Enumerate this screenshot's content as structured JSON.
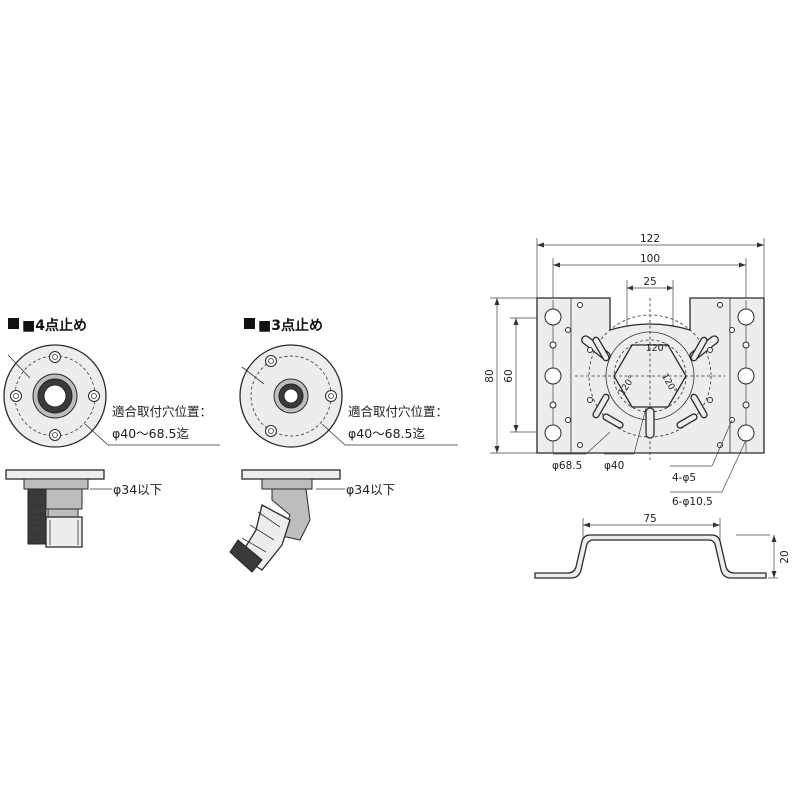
{
  "four_point": {
    "heading": "■4点止め",
    "mount_label": "適合取付穴位置：",
    "range_label": "φ40～68.5迄",
    "dia_label": "φ34以下"
  },
  "three_point": {
    "heading": "■3点止め",
    "mount_label": "適合取付穴位置：",
    "range_label": "φ40～68.5迄",
    "dia_label": "φ34以下"
  },
  "bracket": {
    "dim_width_outer": "122",
    "dim_width_inner": "100",
    "dim_slot": "25",
    "dim_height_outer": "80",
    "dim_height_inner": "60",
    "angle_labels": [
      "120°",
      "120°",
      "120°"
    ],
    "callout_pcd_large": "φ68.5",
    "callout_pcd_small": "φ40",
    "callout_small_holes": "4-φ5",
    "callout_large_holes": "6-φ10.5",
    "dim_side_width": "75",
    "dim_side_height": "20"
  },
  "colors": {
    "line": "#2a2a2a",
    "fill": "#ededed",
    "dark": "#3a3a3a"
  }
}
